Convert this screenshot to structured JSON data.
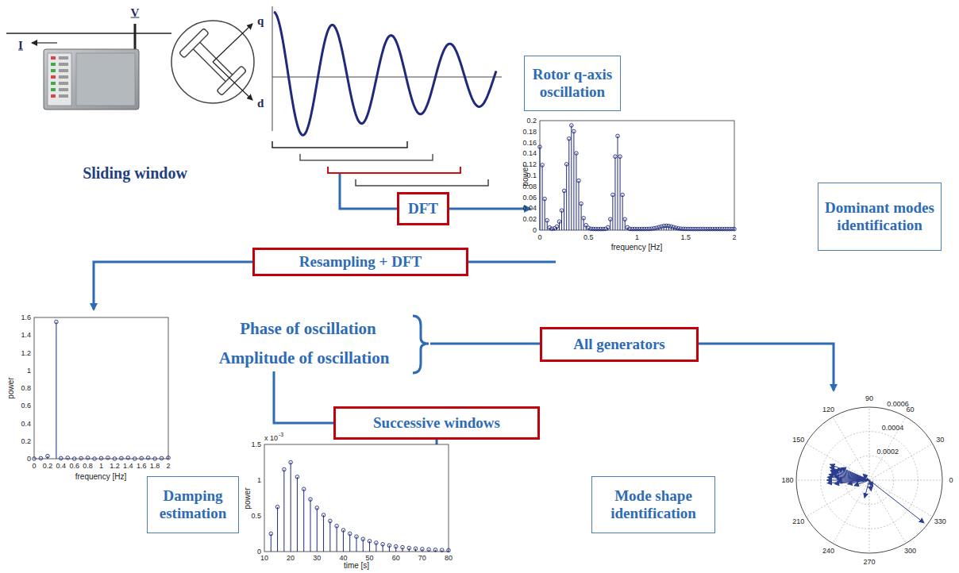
{
  "diagram": {
    "nodes": [
      {
        "text": [
          "Rotor q-axis oscillation"
        ]
      },
      {
        "text": [
          "DFT"
        ]
      },
      {
        "text": [
          "Dominant modes identification"
        ]
      },
      {
        "text": [
          "Resampling + DFT"
        ]
      },
      {
        "text": [
          "All generators"
        ]
      },
      {
        "text": [
          "Successive windows"
        ]
      },
      {
        "text": [
          "Damping estimation"
        ]
      },
      {
        "text": [
          "Mode shape identification"
        ]
      }
    ],
    "labels": [
      "V",
      "I",
      "q",
      "d",
      "Sliding window",
      "0",
      "0.02",
      "0.04",
      "0.06",
      "0.08",
      "0.1",
      "0.12",
      "0.14",
      "0.16",
      "0.18",
      "0.2",
      "power",
      "0",
      "0.5",
      "1",
      "1.5",
      "2",
      "frequency [Hz]",
      "0",
      "0.2",
      "0.4",
      "0.6",
      "0.8",
      "1",
      "1.2",
      "1.4",
      "1.6",
      "power",
      "0",
      "0.2",
      "0.4",
      "0.6",
      "0.8",
      "1",
      "1.2",
      "1.4",
      "1.6",
      "1.8",
      "2",
      "frequency [Hz]",
      "Phase of oscillation",
      "Amplitude of oscillation",
      "x 10",
      "-3",
      "0",
      "0.5",
      "1",
      "1.5",
      "power",
      "10",
      "20",
      "30",
      "40",
      "50",
      "60",
      "70",
      "80",
      "time [s]",
      "90",
      "60",
      "30",
      "0",
      "330",
      "300",
      "270",
      "240",
      "210",
      "180",
      "150",
      "120",
      "0.0002",
      "0.0004",
      "0.0006"
    ]
  }
}
